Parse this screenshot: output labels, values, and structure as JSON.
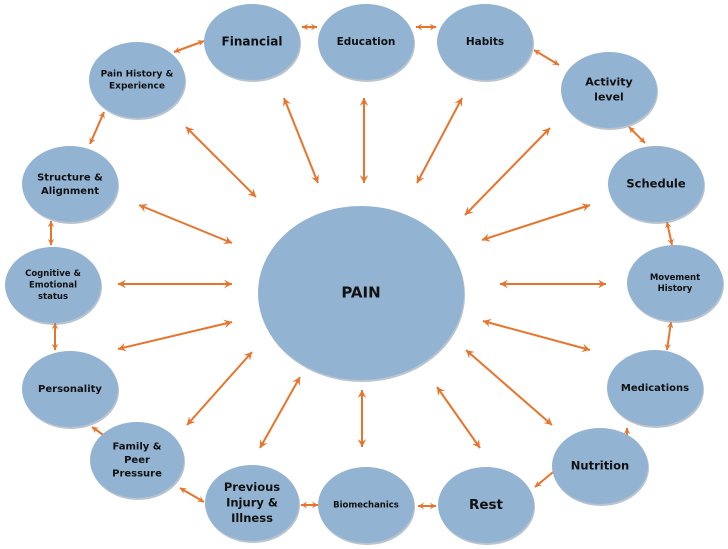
{
  "center": {
    "id": "pain",
    "label": "PAIN"
  },
  "colors": {
    "node_fill": "#93b3d3",
    "arrow": "#e8742c",
    "text": "#111111",
    "background": "#ffffff"
  },
  "nodes": [
    {
      "id": "financial",
      "lines": [
        "Financial"
      ]
    },
    {
      "id": "education",
      "lines": [
        "Education"
      ]
    },
    {
      "id": "habits",
      "lines": [
        "Habits"
      ]
    },
    {
      "id": "activity-level",
      "lines": [
        "Activity",
        "level"
      ]
    },
    {
      "id": "schedule",
      "lines": [
        "Schedule"
      ]
    },
    {
      "id": "movement-history",
      "lines": [
        "Movement",
        "History"
      ]
    },
    {
      "id": "medications",
      "lines": [
        "Medications"
      ]
    },
    {
      "id": "nutrition",
      "lines": [
        "Nutrition"
      ]
    },
    {
      "id": "rest",
      "lines": [
        "Rest"
      ]
    },
    {
      "id": "biomechanics",
      "lines": [
        "Biomechanics"
      ]
    },
    {
      "id": "previous-injury-illness",
      "lines": [
        "Previous",
        "Injury &",
        "Illness"
      ]
    },
    {
      "id": "family-peer-pressure",
      "lines": [
        "Family &",
        "Peer",
        "Pressure"
      ]
    },
    {
      "id": "personality",
      "lines": [
        "Personality"
      ]
    },
    {
      "id": "cognitive-emotional-status",
      "lines": [
        "Cognitive  &",
        "Emotional",
        "status"
      ]
    },
    {
      "id": "structure-alignment",
      "lines": [
        "Structure &",
        "Alignment"
      ]
    },
    {
      "id": "pain-history-experience",
      "lines": [
        "Pain History &",
        "Experience"
      ]
    }
  ],
  "edges_note": "Each outer factor has a double-headed arrow to PAIN, and adjacent factors are linked by double-headed arrows around the ring."
}
